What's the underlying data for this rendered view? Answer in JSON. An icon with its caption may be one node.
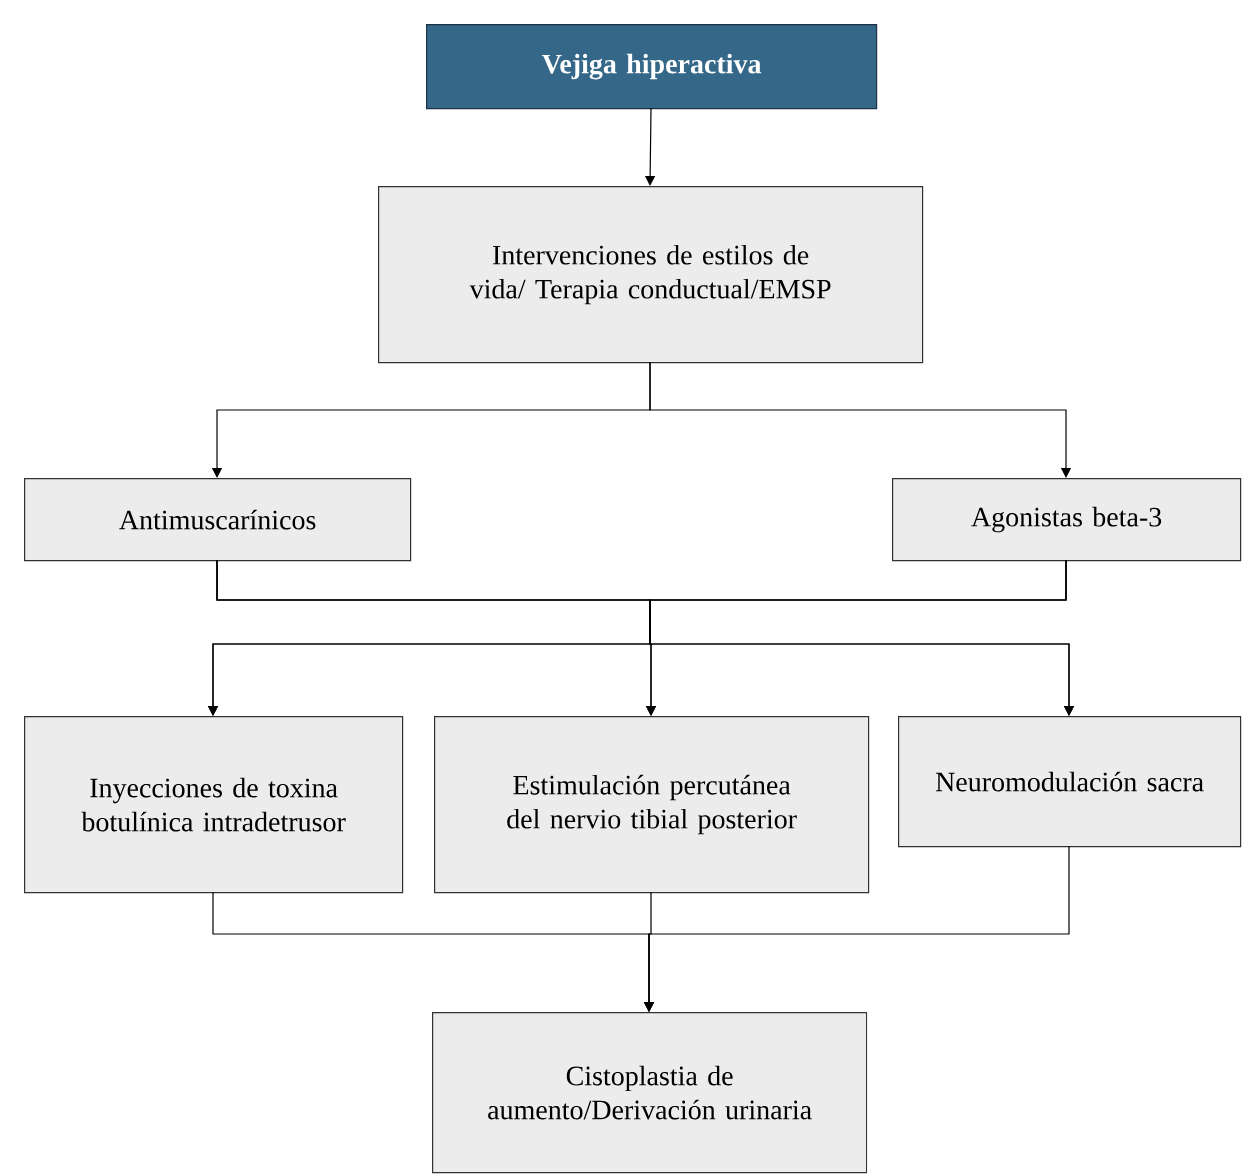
{
  "diagram": {
    "nodes": [
      {
        "text": [
          "Vejiga hiperactiva"
        ]
      },
      {
        "text": [
          "Intervenciones de estilos de vida/ Terapia conductual/EMSP"
        ]
      },
      {
        "text": [
          "Antimuscarínicos"
        ]
      },
      {
        "text": [
          "Agonistas beta-3"
        ]
      },
      {
        "text": [
          "Inyecciones de toxina botulínica intradetrusor"
        ]
      },
      {
        "text": [
          "Estimulación percutánea del nervio tibial posterior"
        ]
      },
      {
        "text": [
          "Neuromodulación sacra"
        ]
      },
      {
        "text": [
          "Cistoplastia de aumento/Derivación urinaria"
        ]
      }
    ],
    "edges": [
      {
        "from": 0,
        "to": 1,
        "arrow": "to"
      },
      {
        "from": 1,
        "to": 2,
        "arrow": "to"
      },
      {
        "from": 1,
        "to": 3,
        "arrow": "to"
      },
      {
        "from": 2,
        "to": 4,
        "arrow": "to"
      },
      {
        "from": 2,
        "to": 5,
        "arrow": "to"
      },
      {
        "from": 2,
        "to": 6,
        "arrow": "to"
      },
      {
        "from": 3,
        "to": 4,
        "arrow": "to"
      },
      {
        "from": 3,
        "to": 5,
        "arrow": "to"
      },
      {
        "from": 3,
        "to": 6,
        "arrow": "to"
      },
      {
        "from": 4,
        "to": 7,
        "arrow": "to"
      },
      {
        "from": 5,
        "to": 7,
        "arrow": "to"
      },
      {
        "from": 6,
        "to": 7,
        "arrow": "to"
      }
    ]
  }
}
